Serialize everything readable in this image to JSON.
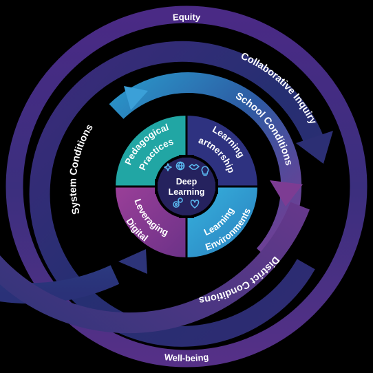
{
  "outer_ring": {
    "top_label": "Equity",
    "bottom_label": "Well-being"
  },
  "second_ring": {
    "label": "Collaborative Inquiry"
  },
  "third_ring": {
    "left_label": "System Conditions",
    "top_label": "School Conditions",
    "bottom_label": "District Conditions"
  },
  "quadrants": {
    "top_left": {
      "line1": "Pedagogical",
      "line2": "Practices"
    },
    "top_right": {
      "line1": "Learning",
      "line2": "Partnerships"
    },
    "bottom_left": {
      "line1": "Leveraging",
      "line2": "Digital"
    },
    "bottom_right": {
      "line1": "Learning",
      "line2": "Environments"
    }
  },
  "center": {
    "line1": "Deep",
    "line2": "Learning",
    "icons": [
      "sparkle-icon",
      "globe-icon",
      "handshake-icon",
      "lightbulb-icon",
      "gears-icon",
      "heart-icon"
    ]
  },
  "colors": {
    "background": "#000000",
    "outer_ring": "#4c2b86",
    "collab_ring": "#232d6e",
    "school_arrow": "#2a8fc4",
    "system_arrow": "#3d9ed6",
    "district_arrow": "#2c3478",
    "pedagogical": "#21a6a4",
    "partnerships": "#2e3280",
    "leveraging": "#873a8f",
    "environments": "#2e9ccf",
    "core": "#25225e",
    "icon": "#5ab8ef"
  }
}
